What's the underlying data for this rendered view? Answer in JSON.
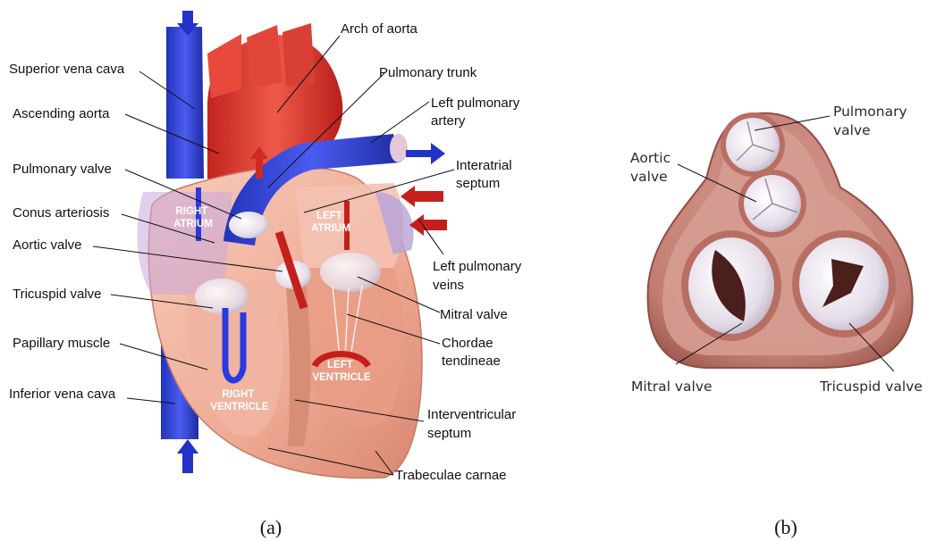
{
  "panel_a": {
    "caption": "(a)",
    "labels_left": [
      "Superior vena cava",
      "Ascending aorta",
      "Pulmonary valve",
      "Conus arteriosis",
      "Aortic valve",
      "Tricuspid valve",
      "Papillary muscle",
      "Inferior vena cava"
    ],
    "labels_right": {
      "arch_of_aorta": "Arch of aorta",
      "pulmonary_trunk": "Pulmonary trunk",
      "left_pulmonary_artery": [
        "Left pulmonary",
        "artery"
      ],
      "interatrial_septum": [
        "Interatrial",
        "septum"
      ],
      "left_pulmonary_veins": [
        "Left pulmonary",
        "veins"
      ],
      "mitral_valve": "Mitral valve",
      "chordae_tendineae": [
        "Chordae",
        "tendineae"
      ],
      "interventricular_septum": [
        "Interventricular",
        "septum"
      ],
      "trabeculae_carnae": "Trabeculae carnae"
    },
    "chamber_labels": {
      "right_atrium": [
        "RIGHT",
        "ATRIUM"
      ],
      "left_atrium": [
        "LEFT",
        "ATRIUM"
      ],
      "right_ventricle": [
        "RIGHT",
        "VENTRICLE"
      ],
      "left_ventricle": [
        "LEFT",
        "VENTRICLE"
      ]
    }
  },
  "panel_b": {
    "caption": "(b)",
    "labels": {
      "pulmonary_valve": [
        "Pulmonary",
        "valve"
      ],
      "aortic_valve": [
        "Aortic",
        "valve"
      ],
      "mitral_valve": "Mitral valve",
      "tricuspid_valve": "Tricuspid valve"
    }
  },
  "colors": {
    "deoxygenated_blue": "#2f3fd0",
    "oxygenated_red": "#d9352e",
    "muscle_pink": "#f2b9a6",
    "valve_ring": "#c98a80"
  }
}
